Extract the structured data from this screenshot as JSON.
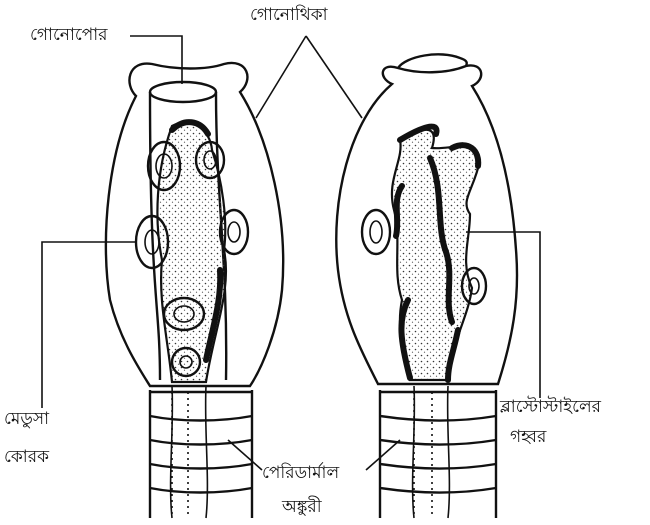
{
  "labels": {
    "gonopore": "গোনোপোর",
    "gonotheca": "গোনোথিকা",
    "medusa_bud_line1": "মেডুসা",
    "medusa_bud_line2": "কোরক",
    "blastostyle_cavity_line1": "ব্লাস্টোস্টাইলের",
    "blastostyle_cavity_line2": "গহ্বর",
    "perisarc_line1": "পেরিডার্মাল",
    "perisarc_line2": "অঙ্কুরী"
  },
  "colors": {
    "ink": "#111111",
    "stipple": "#b9b9b9",
    "background": "#ffffff"
  }
}
